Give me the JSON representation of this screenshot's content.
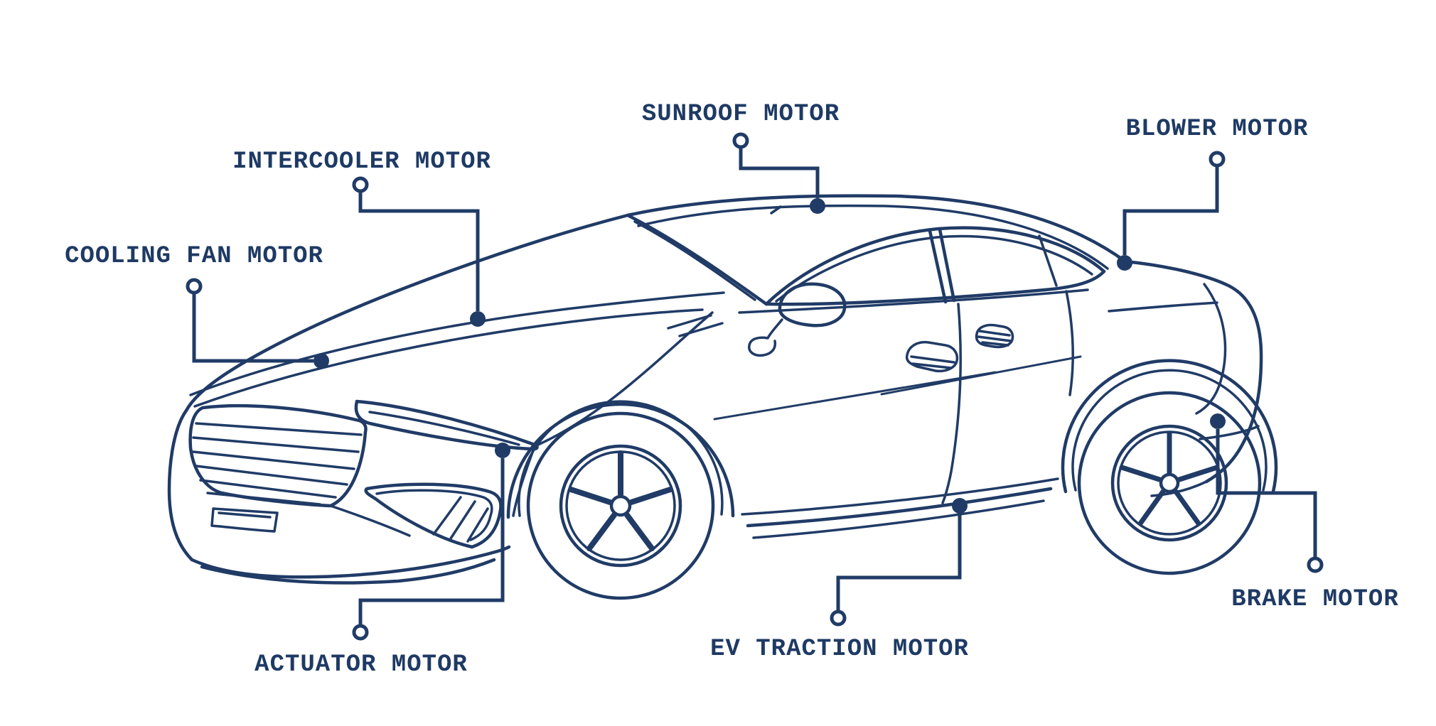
{
  "diagram": {
    "subject": "car-motors-callout-diagram",
    "colors": {
      "line": "#203b66",
      "text": "#1e3a64",
      "background": "#ffffff"
    },
    "labels": [
      {
        "id": "cooling-fan-motor",
        "text": "COOLING FAN MOTOR"
      },
      {
        "id": "intercooler-motor",
        "text": "INTERCOOLER MOTOR"
      },
      {
        "id": "sunroof-motor",
        "text": "SUNROOF MOTOR"
      },
      {
        "id": "blower-motor",
        "text": "BLOWER MOTOR"
      },
      {
        "id": "actuator-motor",
        "text": "ACTUATOR MOTOR"
      },
      {
        "id": "ev-traction-motor",
        "text": "EV TRACTION MOTOR"
      },
      {
        "id": "brake-motor",
        "text": "BRAKE MOTOR"
      }
    ]
  }
}
